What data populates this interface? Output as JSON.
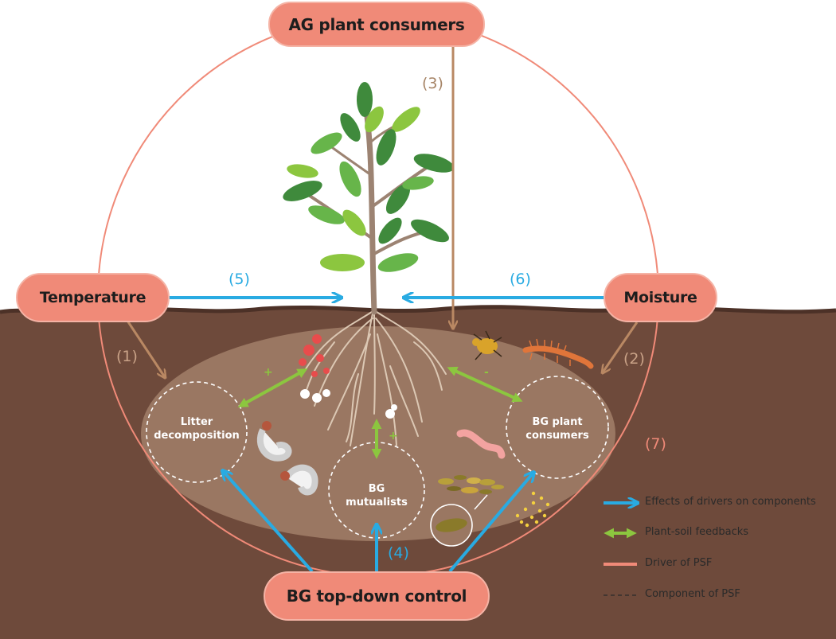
{
  "drivers": {
    "ag_consumers": "AG plant consumers",
    "temperature": "Temperature",
    "moisture": "Moisture",
    "bg_topdown": "BG top-down control"
  },
  "components": {
    "litter_line1": "Litter",
    "litter_line2": "decomposition",
    "mutualists_line1": "BG",
    "mutualists_line2": "mutualists",
    "bg_consumers_line1": "BG plant",
    "bg_consumers_line2": "consumers"
  },
  "numbers": {
    "n1": "(1)",
    "n2": "(2)",
    "n3": "(3)",
    "n4": "(4)",
    "n5": "(5)",
    "n6": "(6)",
    "n7": "(7)"
  },
  "signs": {
    "plus_left": "+",
    "plus_center": "+",
    "minus_right": "-"
  },
  "legend": {
    "effects": "Effects of drivers on components",
    "feedbacks": "Plant-soil feedbacks",
    "driver": "Driver of PSF",
    "component": "Component of PSF"
  },
  "colors": {
    "driver_fill": "#f08a78",
    "effect_arrow": "#29abe2",
    "feedback_arrow": "#8cc63f",
    "driver_arrow": "#b98863",
    "soil": "#6e4a3b",
    "rhizosphere": "#9a7762",
    "driver_circle": "#f08a78"
  }
}
